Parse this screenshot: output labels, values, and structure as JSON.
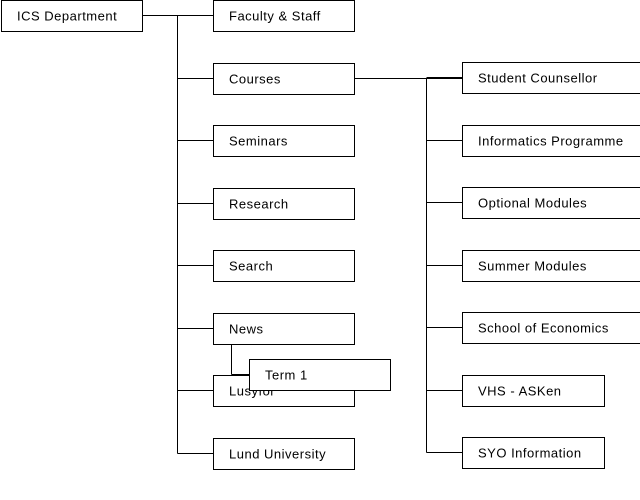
{
  "root": {
    "id": "ics",
    "label": "ICS Department"
  },
  "level1": [
    {
      "id": "faculty",
      "label": "Faculty & Staff"
    },
    {
      "id": "courses",
      "label": "Courses"
    },
    {
      "id": "seminars",
      "label": "Seminars"
    },
    {
      "id": "research",
      "label": "Research"
    },
    {
      "id": "search",
      "label": "Search"
    },
    {
      "id": "news",
      "label": "News"
    },
    {
      "id": "lusyfor",
      "label": "Lusyför"
    },
    {
      "id": "lund",
      "label": "Lund University"
    }
  ],
  "news_children": [
    {
      "id": "term1",
      "label": "Term 1"
    }
  ],
  "courses_children": [
    {
      "id": "counsellor",
      "label": "Student Counsellor"
    },
    {
      "id": "informatics",
      "label": "Informatics Programme"
    },
    {
      "id": "optional",
      "label": "Optional Modules"
    },
    {
      "id": "summer",
      "label": "Summer Modules"
    },
    {
      "id": "economics",
      "label": "School of Economics"
    },
    {
      "id": "vhs",
      "label": "VHS - ASKen"
    },
    {
      "id": "syo",
      "label": "SYO Information"
    }
  ]
}
